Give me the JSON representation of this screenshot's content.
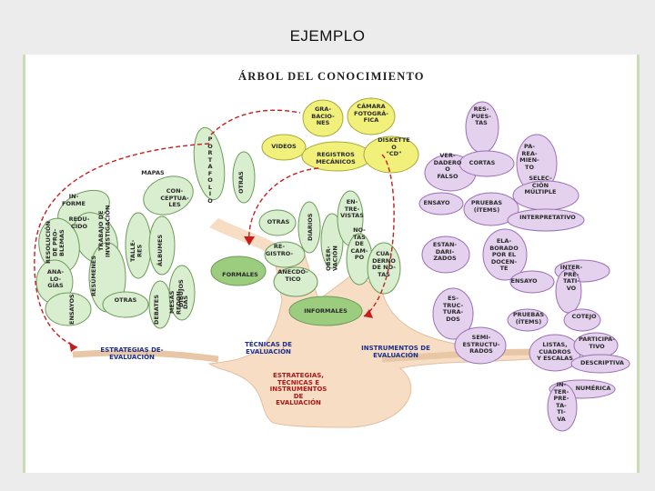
{
  "slide_title": "EJEMPLO",
  "diagram": {
    "heading": "ÁRBOL   DEL  CONOCIMIENTO",
    "trunk": "ESTRATEGIAS,\nTÉCNICAS E\nINSTRUMENTOS\nDE\nEVALUACIÓN",
    "roots": {
      "left": "ESTRATEGIAS DE-\nEVALUACIÓN",
      "middle": "TÉCNICAS DE\nEVALUACIÓN",
      "right": "INSTRUMENTOS DE\nEVALUACIÓN"
    },
    "left_branch": {
      "portafolio": "P\nO\nR\nT\nA\nF\nO\nL\nI\nO",
      "mapas": "MAPAS",
      "conceptuales": "CON-\nCEPTUA-\nLES",
      "otras_vertical": "OTRAS",
      "informe": "IN-\nFORME",
      "reduccion": "REDU-\nCIDO",
      "resolucion": "RESOLUCIÓN\nDE PRO-\nBLEMAS",
      "analogias": "ANA-\nLO-\nGÍAS",
      "ensayos": "ENSAYOS",
      "trabajo": "TRABAJO DE\nINVESTIGACIÓN",
      "resumen": "RESÚMENES",
      "talleres": "TALLE-\nRES",
      "albumes": "ÁLBUMES",
      "debates": "DEBATES",
      "mesas": "MESAS\nREDON-\nDAS",
      "otras": "OTRAS",
      "dibujos": "DIBUJOS"
    },
    "middle_branch": {
      "videos": "VIDEOS",
      "grabaciones": "GRA-\nBACIO-\nNES",
      "camara": "CÁMARA\nFOTOGRÁ-\nFICA",
      "registros": "REGISTROS\nMECÁNICOS",
      "diskette": "DISKETTE\nO\n\"CD\"",
      "otras": "OTRAS",
      "diarios": "DIARIOS",
      "entrevistas": "EN-\nTRE-\nVISTAS",
      "registros2": "RE-\nGISTRO-",
      "anecdotico": "ANECDÓ-\nTICO",
      "observacion": "OBSER-\nVACIÓN",
      "notas": "NO-\nTAS\nDE\nCAM-\nPO",
      "cuaderno": "CUA-\nDERNO\nDE NO-\nTAS",
      "formales": "FORMALES",
      "informales": "INFORMALES"
    },
    "right_branch": {
      "respuestas": "RES-\nPUES-\nTAS",
      "cortas": "CORTAS",
      "verdadero": "VER-\nDADERO\nO\nFALSO",
      "pareamiento": "PA-\nREA-\nMIEN-\nTO",
      "seleccion": "SELEC-\nCIÓN\nMÚLTIPLE",
      "ensayo1": "ENSAYO",
      "pruebas_items": "PRUEBAS\n(ÍTEMS)",
      "interpretativo": "INTERPRETATIVO",
      "estandarizados": "ESTAN-\nDARI-\nZADOS",
      "elaborados": "ELA-\nBORADO\nPOR EL\nDOCEN-\nTE",
      "ensayo2": "ENSAYO",
      "interpretativo2": "INTER-\nPRE-\nTATI-\nVO",
      "estructurados": "ES-\nTRUC-\nTURA-\nDOS",
      "pruebas2": "PRUEBAS\n(ÍTEMS)",
      "cotejo": "COTEJO",
      "semi": "SEMI-\nESTRUCTU-\nRADOS",
      "listas": "LISTAS,\nCUADROS\nY ESCALAS",
      "participativo": "PARTICIPA-\nTIVO",
      "descriptiva": "DESCRIPTIVA",
      "numerica": "NUMÉRICA",
      "interpretativa": "IN-\nTER-\nPRE-\nTA-\nTI-\nVA"
    }
  }
}
